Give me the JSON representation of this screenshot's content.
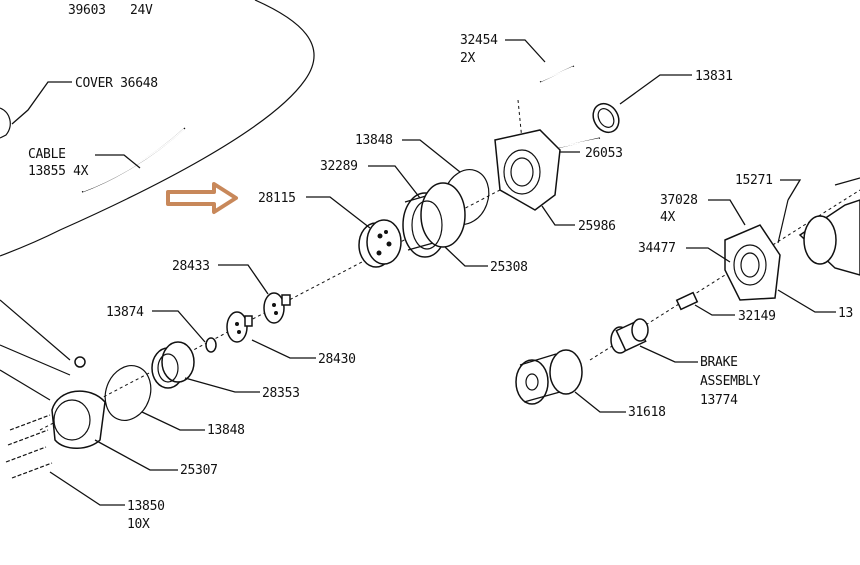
{
  "labels": {
    "top_left_1": "39603",
    "top_left_2": "24V",
    "cover": "COVER 36648",
    "cable_1": "CABLE",
    "cable_2": "13855 4X",
    "p32454": "32454",
    "p32454_qty": "2X",
    "p13831": "13831",
    "p13848_top": "13848",
    "p32289": "32289",
    "p26053": "26053",
    "p28115": "28115",
    "p25986": "25986",
    "p37028": "37028",
    "p37028_qty": "4X",
    "p15271": "15271",
    "p25308": "25308",
    "p34477": "34477",
    "p28433": "28433",
    "p13874": "13874",
    "p32149": "32149",
    "p13_right": "13",
    "p28430": "28430",
    "brake_1": "BRAKE",
    "brake_2": "ASSEMBLY",
    "brake_3": "13774",
    "p28353": "28353",
    "p31618": "31618",
    "p13848_bottom": "13848",
    "p25307": "25307",
    "p13850": "13850",
    "p13850_qty": "10X"
  },
  "colors": {
    "line": "#111111",
    "highlight_arrow": "#c8885a",
    "background": "#ffffff"
  }
}
